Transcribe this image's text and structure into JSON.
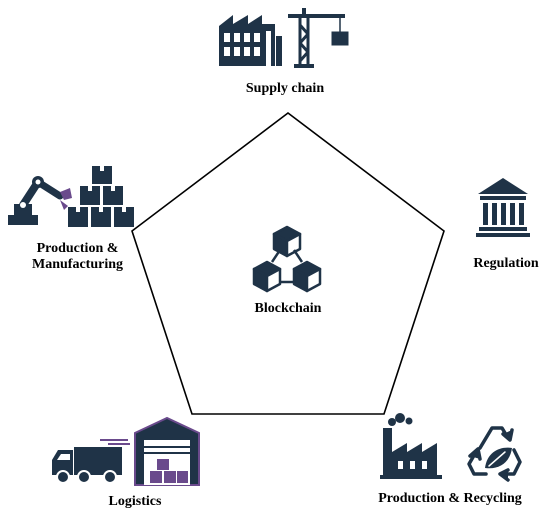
{
  "center": {
    "label": "Blockchain",
    "icon": "blockchain-cubes-icon"
  },
  "nodes": [
    {
      "id": "supply-chain",
      "label": "Supply chain",
      "icons": [
        "factory-icon",
        "tower-crane-icon"
      ]
    },
    {
      "id": "regulation",
      "label": "Regulation",
      "icons": [
        "government-building-icon"
      ]
    },
    {
      "id": "production-manufacturing",
      "label_lines": [
        "Production &",
        "Manufacturing"
      ],
      "icons": [
        "robot-arm-icon",
        "stacked-boxes-icon"
      ]
    },
    {
      "id": "logistics",
      "label": "Logistics",
      "icons": [
        "delivery-truck-icon",
        "warehouse-icon"
      ]
    },
    {
      "id": "production-recycling",
      "label": "Production & Recycling",
      "icons": [
        "factory-smokestack-icon",
        "recycle-leaf-icon"
      ]
    }
  ],
  "colors": {
    "icon": "#1f3347",
    "icon_accent": "#6a4a8c",
    "outline": "#000000",
    "text": "#000000"
  }
}
